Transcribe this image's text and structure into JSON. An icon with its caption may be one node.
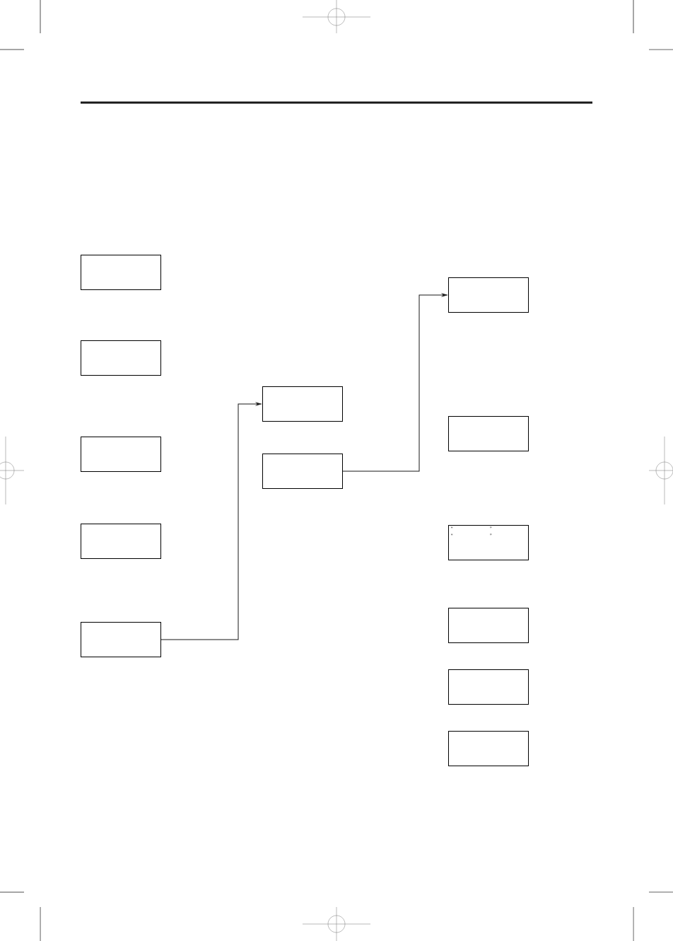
{
  "diagram": {
    "nodes": [
      {
        "text": [],
        "shape": "box"
      },
      {
        "text": [],
        "shape": "box"
      },
      {
        "text": [],
        "shape": "box"
      },
      {
        "text": [],
        "shape": "box"
      },
      {
        "text": [],
        "shape": "box"
      },
      {
        "text": [],
        "shape": "box"
      },
      {
        "text": [],
        "shape": "box"
      },
      {
        "text": [],
        "shape": "box"
      },
      {
        "text": [],
        "shape": "box"
      },
      {
        "text": [
          "“",
          "”",
          "“",
          "”"
        ]
      },
      {
        "text": [],
        "shape": "box"
      },
      {
        "text": [],
        "shape": "box"
      },
      {
        "text": [],
        "shape": "box"
      }
    ],
    "edges": [
      {
        "from": 4,
        "to": 5,
        "arrow": "to"
      },
      {
        "from": 6,
        "to": 7,
        "arrow": "to"
      }
    ]
  }
}
